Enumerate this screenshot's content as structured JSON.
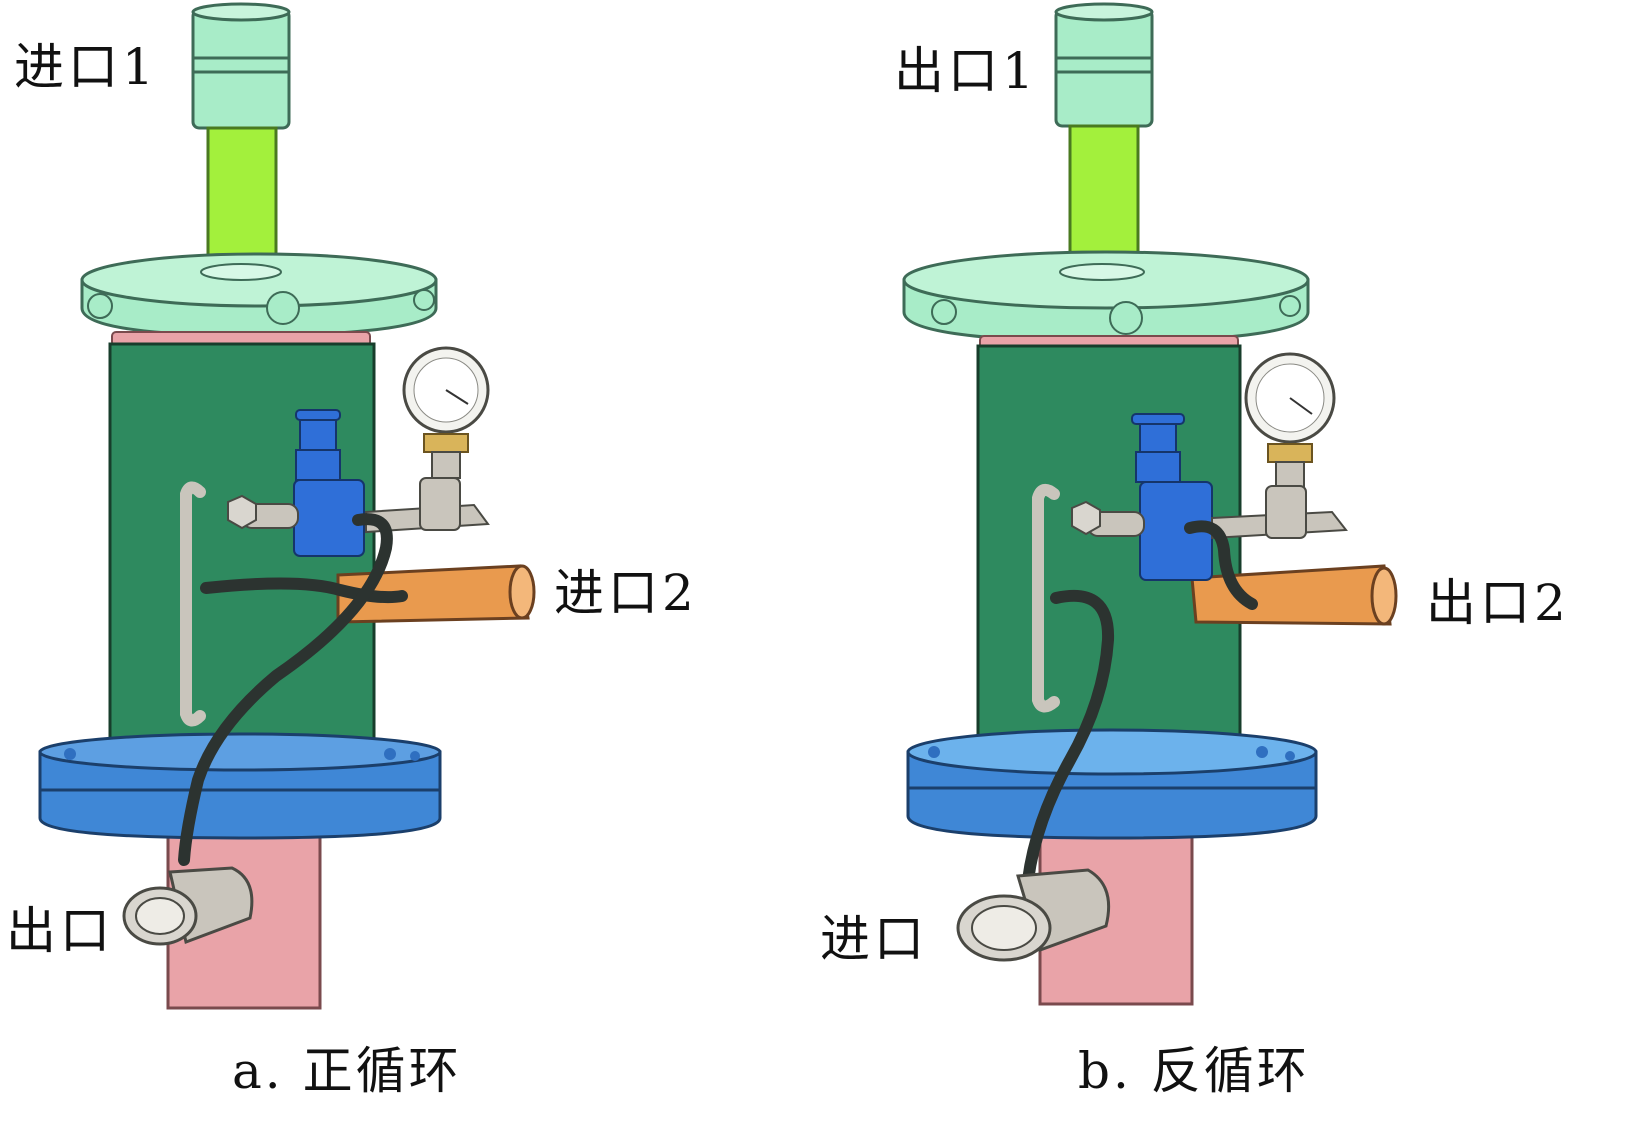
{
  "panel_a": {
    "labels": {
      "inlet1": "进口1",
      "inlet2": "进口2",
      "outlet": "出口"
    },
    "caption": "a. 正循环"
  },
  "panel_b": {
    "labels": {
      "outlet1": "出口1",
      "outlet2": "出口2",
      "inlet": "进口"
    },
    "caption": "b. 反循环"
  },
  "colors": {
    "top_pipe_cap": "#a8ecc8",
    "top_pipe": "#a3f03c",
    "top_flange": "#a8ecc8",
    "body": "#2e8a5f",
    "seal_ring": "#e9a3a8",
    "bottom_flange_a": "#3f87d6",
    "bottom_flange_b": "#6cb2ec",
    "bottom_pipe": "#e9a3a8",
    "side_nozzle": "#e99a4e",
    "valve": "#2f6fd8",
    "gauge_fitting": "#d9b45a",
    "hose": "#2c3330",
    "metal": "#c9c5bc"
  }
}
